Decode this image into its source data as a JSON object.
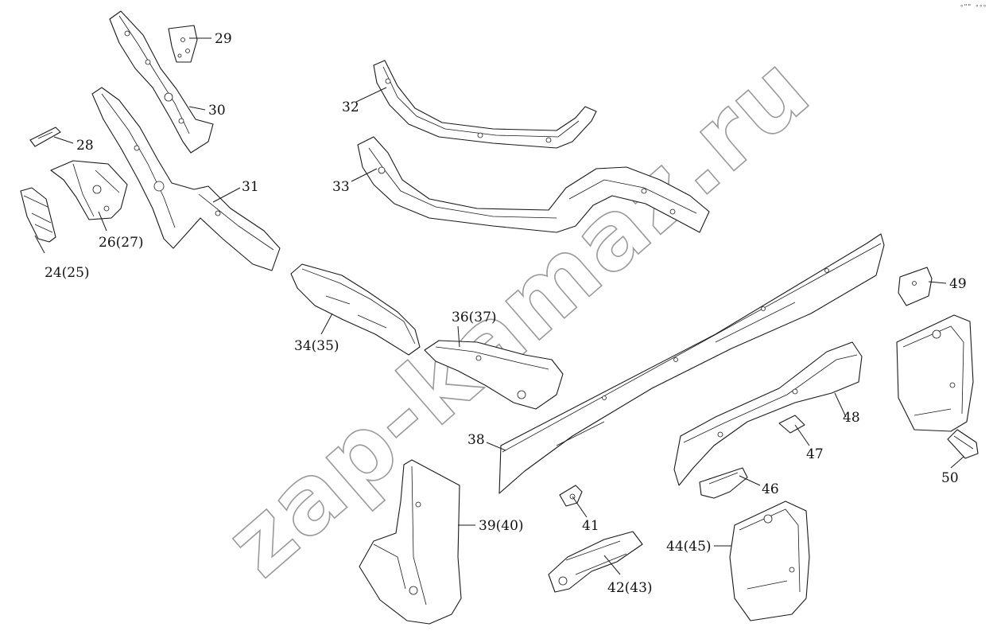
{
  "watermark": "zap-kamaz.ru",
  "corner_mark": "ᵒ\"\" ᵒᵒᵒ",
  "callouts": {
    "p24": "24(25)",
    "p26": "26(27)",
    "p28": "28",
    "p29": "29",
    "p30": "30",
    "p31": "31",
    "p32": "32",
    "p33": "33",
    "p34": "34(35)",
    "p36": "36(37)",
    "p38": "38",
    "p39": "39(40)",
    "p41": "41",
    "p42": "42(43)",
    "p44": "44(45)",
    "p46": "46",
    "p47": "47",
    "p48": "48",
    "p49": "49",
    "p50": "50"
  }
}
